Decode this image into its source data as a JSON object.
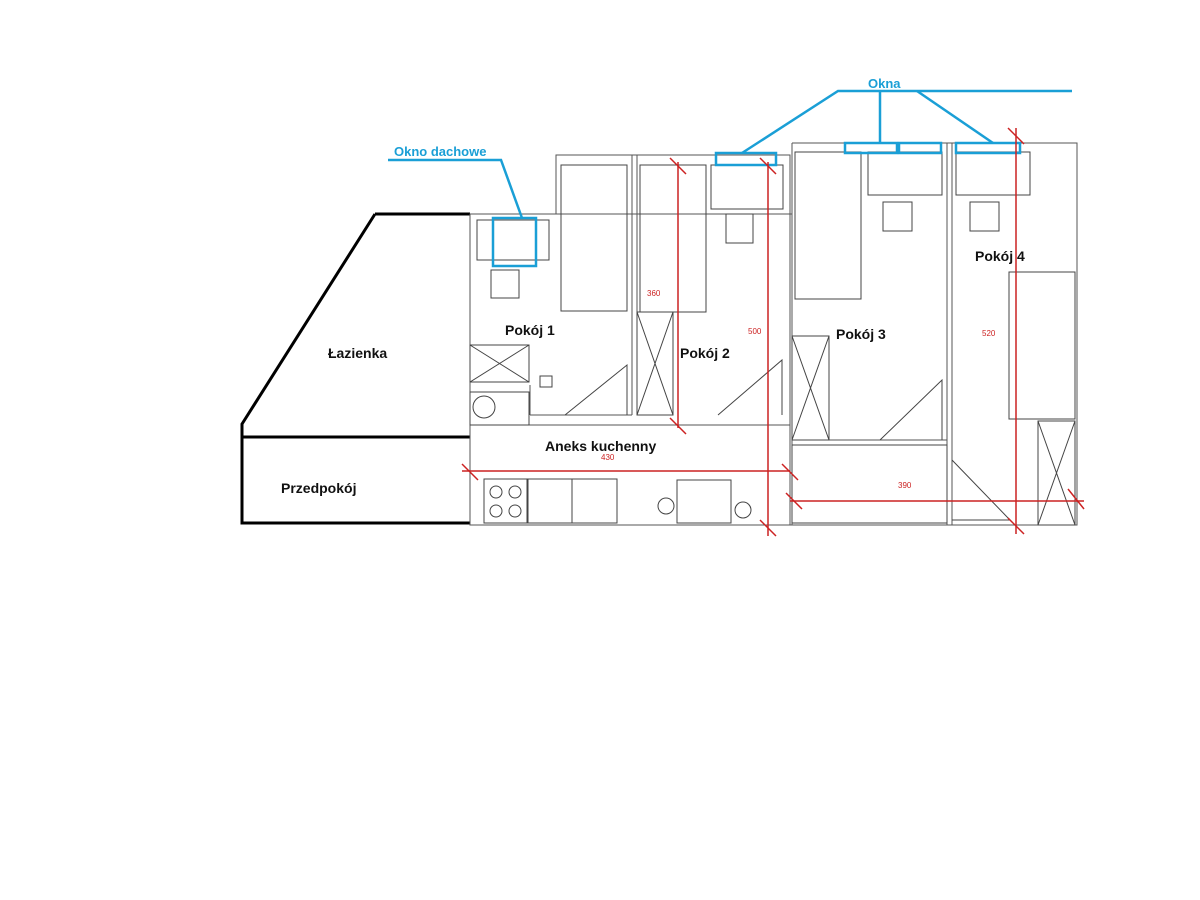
{
  "rooms": {
    "lazienka": "Łazienka",
    "przedpokoj": "Przedpokój",
    "pokoj1": "Pokój 1",
    "pokoj2": "Pokój 2",
    "pokoj3": "Pokój 3",
    "pokoj4": "Pokój 4",
    "aneks": "Aneks kuchenny"
  },
  "callouts": {
    "okno_dachowe": "Okno dachowe",
    "okna": "Okna"
  },
  "dimensions": {
    "d360": "360",
    "d500": "500",
    "d520": "520",
    "d430": "430",
    "d390": "390"
  },
  "colors": {
    "window_accent": "#1a9fd6",
    "dimension_red": "#cc2222",
    "wall_black": "#000000"
  }
}
